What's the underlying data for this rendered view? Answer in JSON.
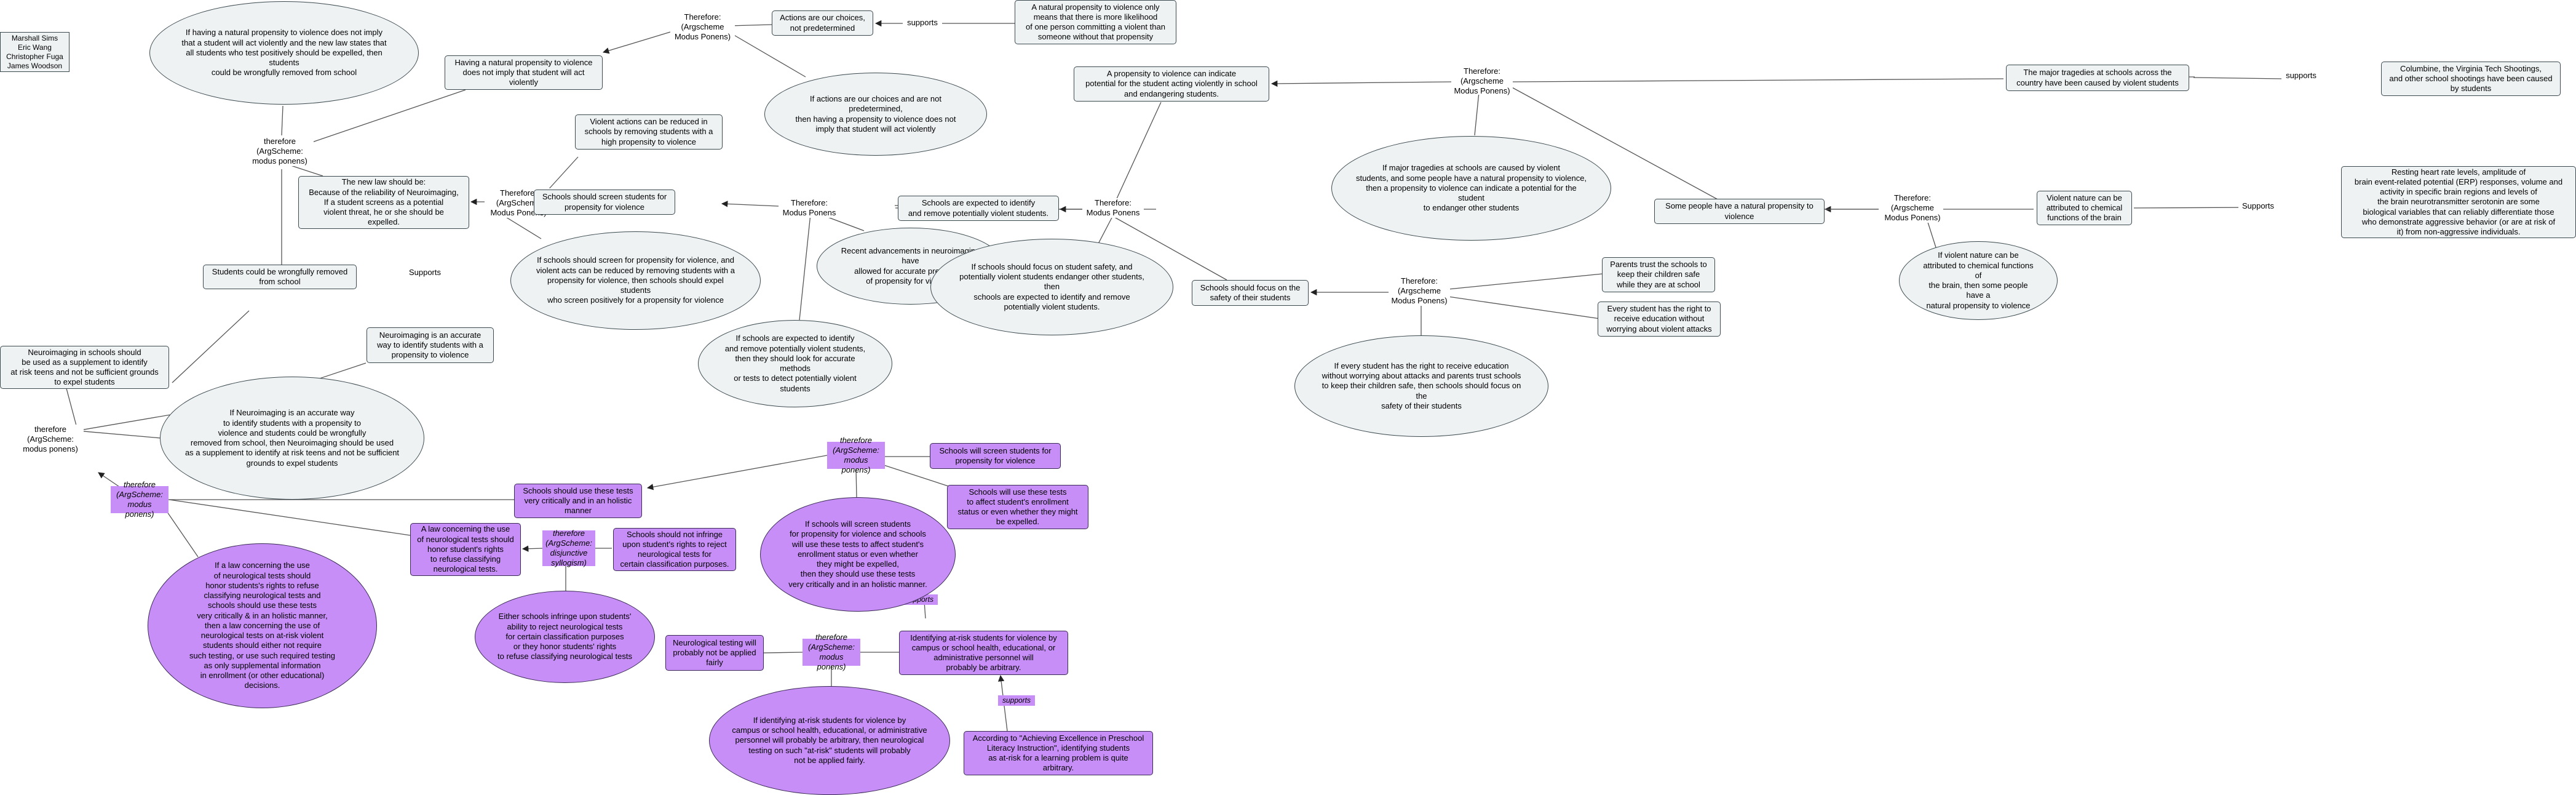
{
  "authors": [
    "Marshall Sims",
    "Eric Wang",
    "Christopher Fuga",
    "James Woodson"
  ],
  "colors": {
    "node_fill": "#eef2f3",
    "purple_fill": "#c78ef7",
    "border": "#3c4a4f",
    "edge": "#555555"
  },
  "nodes": {
    "n_authors": "Marshall Sims\nEric Wang\nChristopher Fuga\nJames Woodson",
    "n_nat_prop_not_imply": "Having a natural propensity to violence\ndoes not imply that student will act\nviolently",
    "n_choices": "Actions are our choices,\nnot predetermined",
    "n_nat_prop_premise": "A natural propensity to violence only\nmeans that there is more likelihood\nof one person committing a violent than\nsomeone without that propensity",
    "e_nat_prop_rule": "If having a natural propensity to violence does not imply\nthat a student will act violently and the new law states that\nall students who test positively should be expelled, then students\ncould be wrongfully removed from school",
    "e_choices_rule": "If actions are our choices and are not predetermined,\nthen having a propensity to violence does not\nimply that student will act violently",
    "n_prop_indicate": "A propensity to violence can indicate\npotential for the student acting violently in school\nand endangering students.",
    "n_major_tragedies": "The major tragedies at schools across the\ncountry have been caused by violent students",
    "n_columbine": "Columbine, the Virginia Tech Shootings,\nand other school shootings have been caused\nby students",
    "e_major_rule": "If major tragedies at schools are caused by violent\nstudents, and some people have a natural propensity to violence,\nthen a propensity to violence can indicate a potential for the student\nto endanger other students",
    "n_violent_reduced": "Violent actions can be reduced in\nschools by removing students with a\nhigh propensity to violence",
    "n_new_law": "The new law should be:\nBecause of the reliability of Neuroimaging,\nIf a student screens as a potential\nviolent threat, he or she should be\nexpelled.",
    "n_screen": "Schools should screen students for\npropensity for violence",
    "n_expected_identify": "Schools are expected to identify\nand remove potentially violent students.",
    "n_natural_propensity": "Some people have a natural propensity to\nviolence",
    "n_violent_chemical": "Violent nature can be\nattributed to chemical\nfunctions of the brain",
    "n_resting_heart": "Resting heart rate levels, amplitude of\nbrain event-related potential (ERP) responses, volume and\nactivity in specific brain regions and levels of\nthe brain neurotransmitter serotonin are some\nbiological variables that can reliably differentiate those\nwho demonstrate aggressive behavior (or are at risk of\nit) from non-aggressive individuals.",
    "e_screen_rule": "If schools should screen for propensity for violence, and\nviolent acts can be reduced by removing students with a\npropensity for violence, then schools should expel students\nwho screen positively for a propensity for violence",
    "e_neuro_advance": "Recent advancements in neuroimaging have\nallowed for accurate predictions\nof propensity for violence",
    "n_wrong_removed": "Students could be wrongfully removed\nfrom school",
    "n_focus_safety": "Schools should focus on the\nsafety of their students",
    "n_parents_trust": "Parents trust the schools to\nkeep their children safe\nwhile they are at school",
    "n_every_right": "Every student has the right to\nreceive education without\nworrying about violent attacks",
    "e_violent_chem_rule": "If violent nature can be\nattributed to chemical functions of\nthe brain, then some people have a\nnatural propensity to violence",
    "e_expected_rule": "If schools are expected to identify\nand remove potentially violent students,\nthen they should look for accurate methods\nor tests to detect potentially violent students",
    "e_focus_rule": "If schools should focus on student safety, and\npotentially violent students endanger other students, then\nschools are expected to identify and remove\npotentially violent students.",
    "e_every_rule": "If every student has the right to receive education\nwithout worrying about attacks and parents trust schools\nto keep their children safe, then schools should focus on the\nsafety of their students",
    "n_neuro_supplement": "Neuroimaging in schools should\nbe used as a supplement to identify\nat risk teens and not be sufficient grounds\nto expel students",
    "n_neuro_accurate": "Neuroimaging is an accurate\nway to identify students with a\npropensity to violence",
    "e_neuro_rule": "If Neuroimaging is an accurate way\nto identify students with a propensity to\nviolence and students could be wrongfully\nremoved from school, then Neuroimaging should be used\nas a supplement to identify at risk teens and not be sufficient\ngrounds to expel students",
    "p_use_tests": "Schools should use these tests\nvery critically and in an holistic\nmanner",
    "p_law_concerning": "A law concerning the use\nof neurological tests should\nhonor student's rights\nto refuse classifying\nneurological tests.",
    "p_not_infringe": "Schools should not infringe\nupon student's rights to reject\nneurological tests for\ncertain classification purposes.",
    "p_screen_students": "Schools will screen students for\npropensity for violence",
    "p_use_affect": "Schools will use these tests\nto affect student's enrollment\nstatus or even whether they might\nbe expelled.",
    "pe_screen_rule": "If schools will screen students\nfor propensity for violence and schools\nwill use these tests to affect student's\nenrollment status or even whether\nthey might be expelled,\nthen they should use these tests\nvery critically and in an holistic manner.",
    "pe_law_rule": "If a law concerning the use\nof neurological tests should\nhonor students's rights to refuse\nclassifying neurological tests and\nschools should use these tests\nvery critically & in an holistic manner,\nthen a law concerning the use of\nneurological tests on at-risk violent\nstudents should either not require\nsuch testing, or use such required testing\nas only supplemental information\nin enrollment (or other educational)\ndecisions.",
    "pe_either_rule": "Either schools infringe upon students'\nability to reject neurological tests\nfor certain classification purposes\nor they honor students' rights\nto refuse classifying neurological tests",
    "p_not_fairly": "Neurological testing will\nprobably not be applied\nfairly",
    "p_identifying_arbitrary": "Identifying at-risk students for violence by\ncampus or school health, educational, or\nadministrative personnel will\nprobably be arbitrary.",
    "pe_identifying_rule": "If identifying at-risk students for violence by\ncampus or school health, educational, or administrative\npersonnel will probably be arbitrary, then neurological\ntesting on such \"at-risk\" students will probably\nnot be applied fairly.",
    "p_achieving": "According to \"Achieving Excellence in Preschool\nLiteracy Instruction\", identifying students\nas at-risk for a learning problem is quite\narbitrary."
  },
  "labels": {
    "l_supports1": "supports",
    "l_therefore_top": "Therefore:\n(Argscheme\nModus Ponens)",
    "l_therefore_left": "therefore\n(ArgScheme:\nmodus ponens)",
    "l_therefore_screen": "Therefore:\n(ArgScheme\nModus Ponens)",
    "l_supports_neuro": "Supports",
    "l_therefore_expected": "Therefore:\nModus Ponens",
    "l_therefore_focus": "Therefore:\nModus Ponens",
    "l_therefore_major": "Therefore:\n(Argscheme\nModus Ponens)",
    "l_supports_columbine": "supports",
    "l_therefore_natural": "Therefore:\n(Argscheme\nModus Ponens)",
    "l_supports_resting": "Supports",
    "l_therefore_safety": "Therefore:\n(Argscheme\nModus Ponens)",
    "l_therefore_neuro": "therefore\n(ArgScheme:\nmodus ponens)",
    "l_p_therefore_law": "therefore\n(ArgScheme:\nmodus ponens)",
    "l_p_therefore_screen": "therefore\n(ArgScheme:\nmodus ponens)",
    "l_p_therefore_disj": "therefore\n(ArgScheme:\ndisjunctive\nsyllogism)",
    "l_p_supports1": "supports",
    "l_p_therefore_fair": "therefore\n(ArgScheme:\nmodus ponens)",
    "l_p_supports2": "supports"
  }
}
